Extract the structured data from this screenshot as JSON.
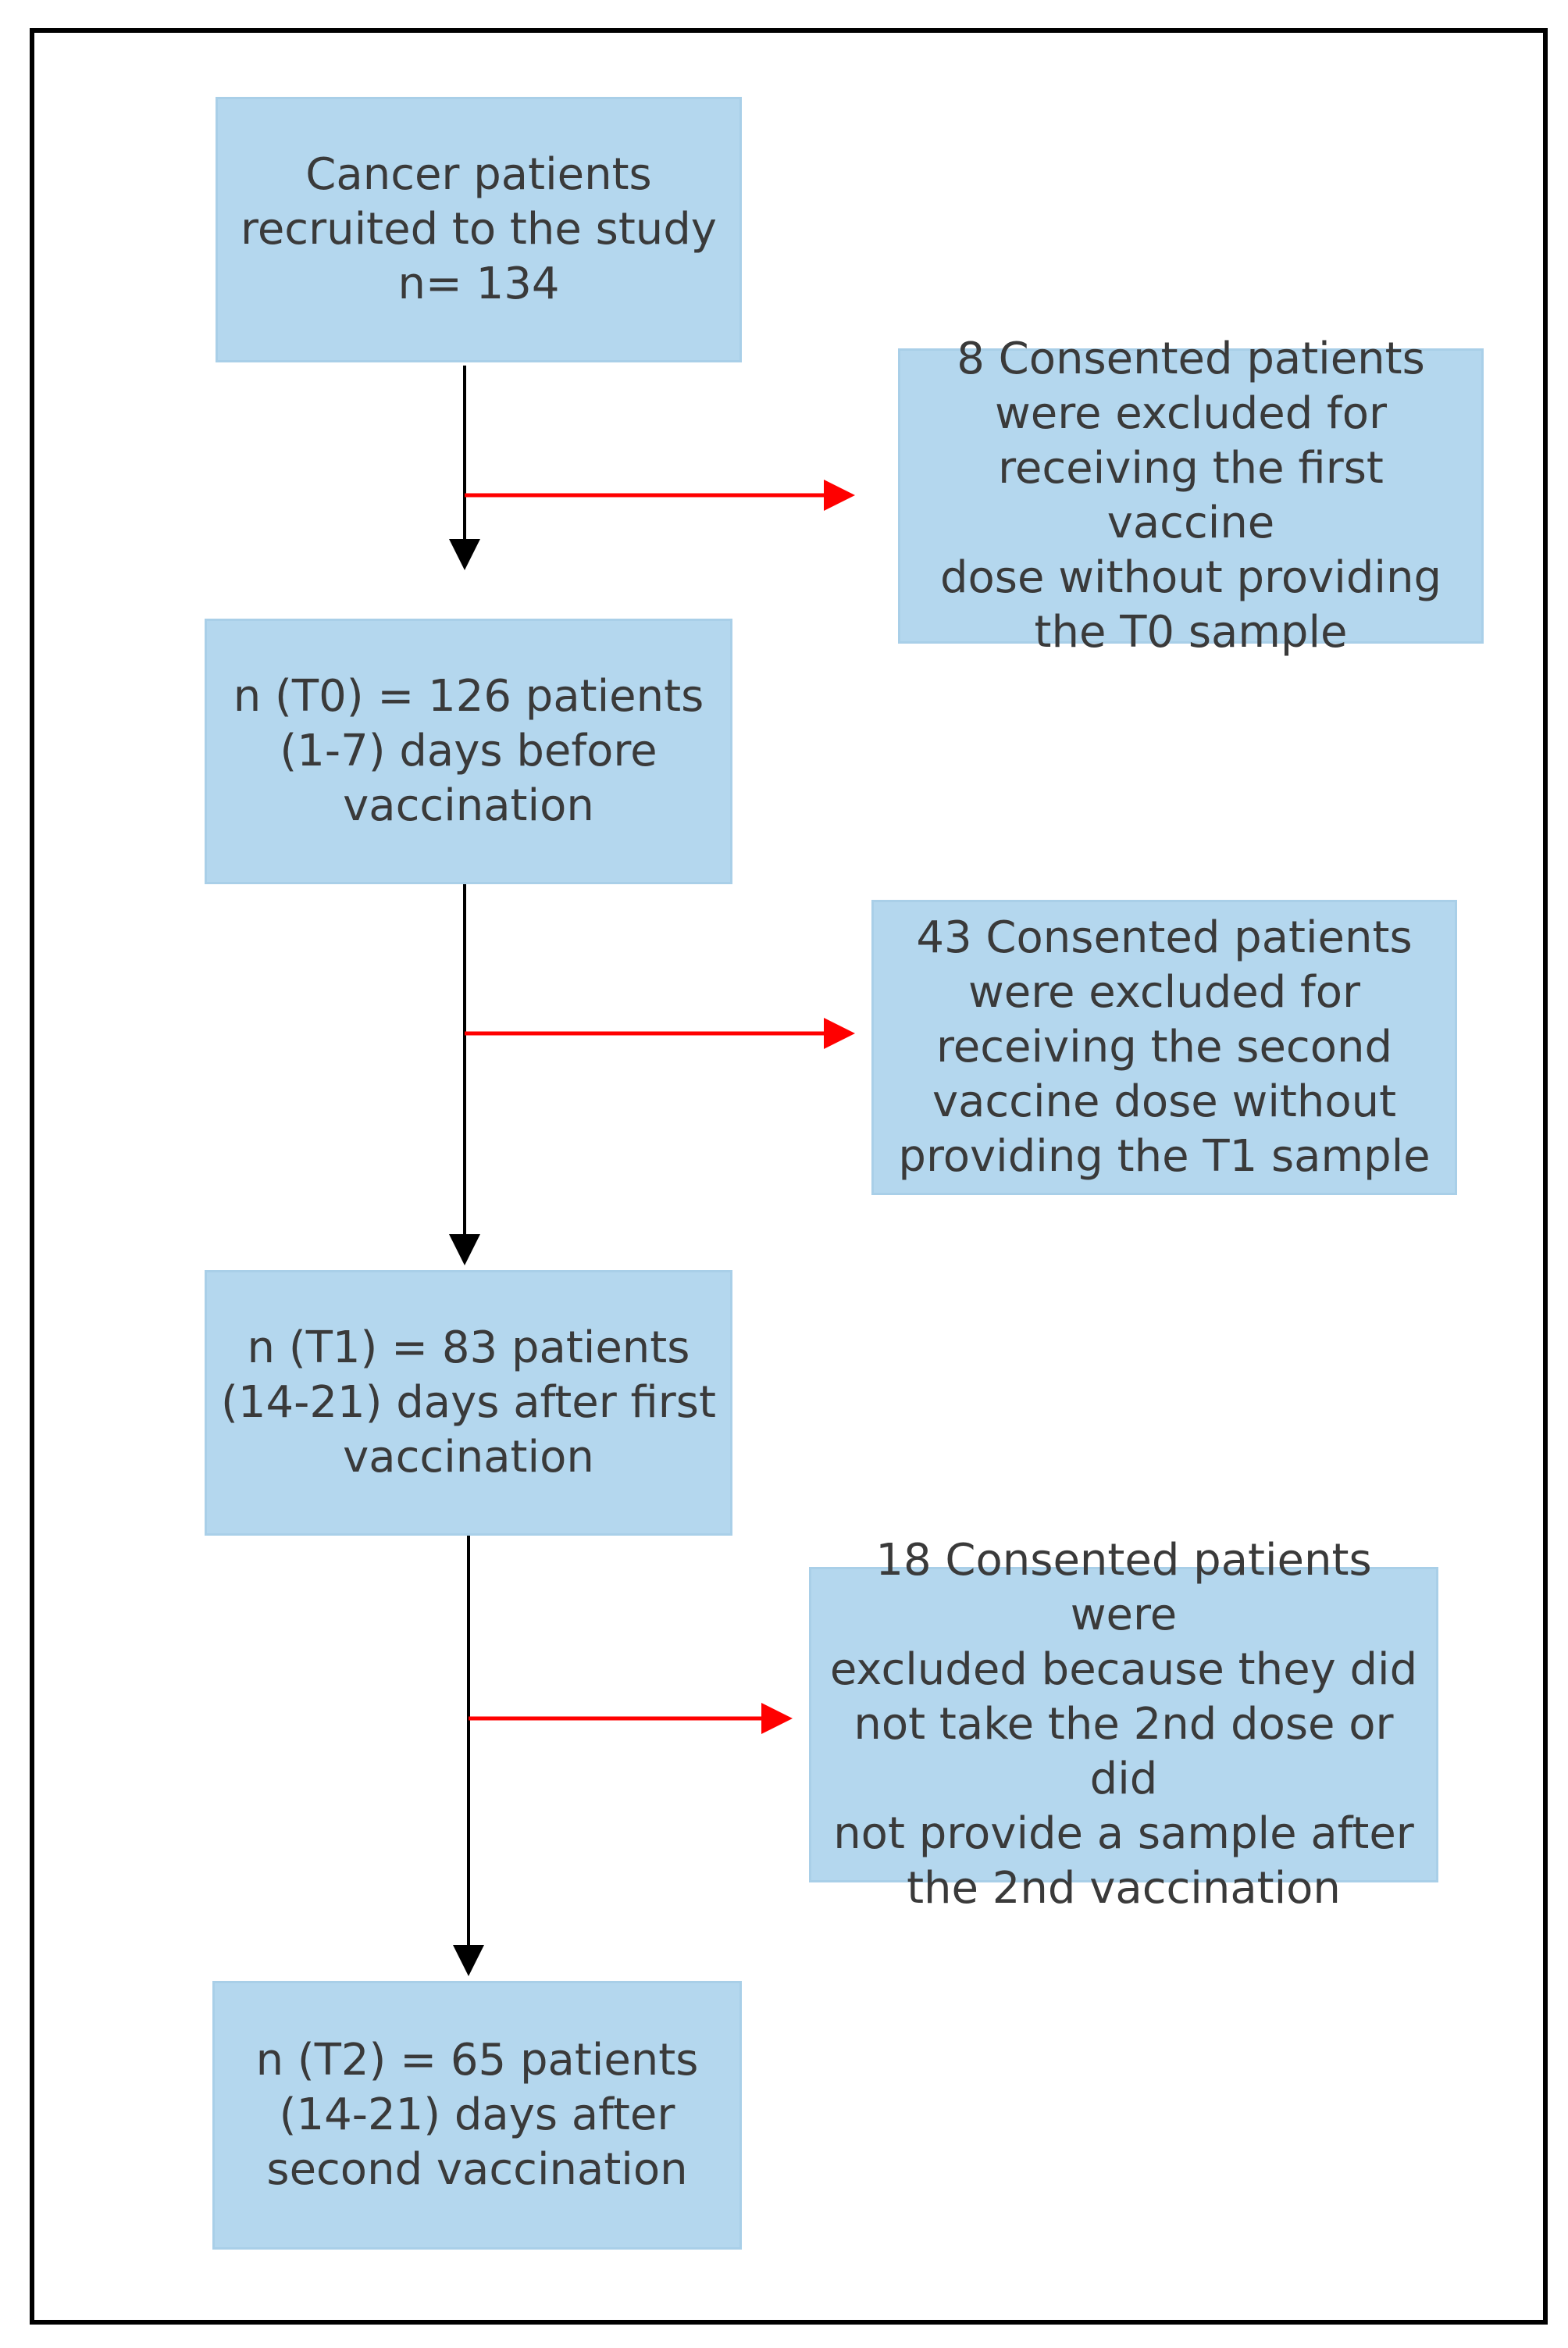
{
  "flowchart": {
    "main_steps": [
      {
        "text": "Cancer patients\nrecruited to the study\nn= 134"
      },
      {
        "text": "n (T0) = 126 patients\n(1-7) days before\nvaccination"
      },
      {
        "text": "n (T1) = 83 patients\n(14-21) days after first\nvaccination"
      },
      {
        "text": "n (T2) = 65 patients\n(14-21) days after\nsecond vaccination"
      }
    ],
    "exclusions": [
      {
        "text": "8 Consented patients\nwere excluded for\nreceiving the first vaccine\ndose without providing\nthe T0 sample"
      },
      {
        "text": "43 Consented patients\nwere excluded for\nreceiving the second\nvaccine dose without\nproviding the T1 sample"
      },
      {
        "text": "18 Consented patients were\nexcluded because they did\nnot take the 2nd dose or did\nnot provide a sample after\nthe 2nd vaccination"
      }
    ]
  },
  "colors": {
    "box_fill": "#b4d7ee",
    "main_arrow": "#000000",
    "exclusion_arrow": "#ff0000",
    "frame": "#000000"
  }
}
